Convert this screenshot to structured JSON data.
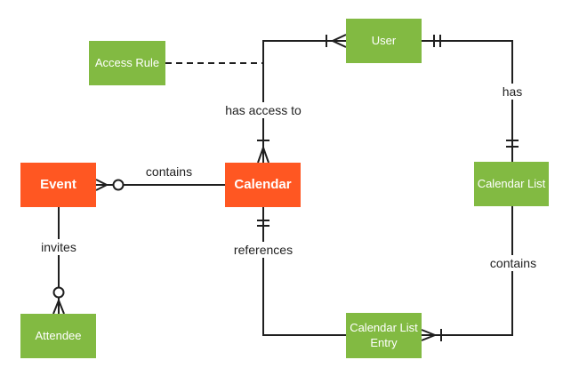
{
  "colors": {
    "entity_green": "#82ba42",
    "entity_orange": "#ff5722",
    "entity_text": "#ffffff",
    "line": "#1f1f1f",
    "background": "#ffffff"
  },
  "diagram": {
    "type": "entity-relationship",
    "entities": [
      {
        "id": "event",
        "label": "Event",
        "style": "orange"
      },
      {
        "id": "calendar",
        "label": "Calendar",
        "style": "orange"
      },
      {
        "id": "user",
        "label": "User",
        "style": "green"
      },
      {
        "id": "access-rule",
        "label": "Access Rule",
        "style": "green"
      },
      {
        "id": "calendar-list",
        "label": "Calendar List",
        "style": "green"
      },
      {
        "id": "calendar-list-entry",
        "label": "Calendar List Entry",
        "style": "green"
      },
      {
        "id": "attendee",
        "label": "Attendee",
        "style": "green"
      }
    ],
    "relationships": [
      {
        "label": "contains",
        "from": "Event",
        "to": "Calendar",
        "from_cardinality": "zero-or-many",
        "to_cardinality": "none",
        "line": "solid"
      },
      {
        "label": "has access to",
        "from": "User",
        "to": "Calendar",
        "from_cardinality": "one-or-many",
        "to_cardinality": "one-or-many",
        "line": "solid"
      },
      {
        "label": "has",
        "from": "User",
        "to": "Calendar List",
        "from_cardinality": "exactly-one",
        "to_cardinality": "exactly-one",
        "line": "solid"
      },
      {
        "label": "invites",
        "from": "Event",
        "to": "Attendee",
        "from_cardinality": "none",
        "to_cardinality": "zero-or-many",
        "line": "solid"
      },
      {
        "label": "references",
        "from": "Calendar",
        "to": "Calendar List Entry",
        "from_cardinality": "exactly-one",
        "to_cardinality": "none",
        "line": "solid"
      },
      {
        "label": "contains",
        "from": "Calendar List",
        "to": "Calendar List Entry",
        "from_cardinality": "none",
        "to_cardinality": "one-or-many",
        "line": "solid"
      },
      {
        "label": "",
        "from": "Access Rule",
        "to": "has access to",
        "from_cardinality": "none",
        "to_cardinality": "none",
        "line": "dashed"
      }
    ]
  }
}
